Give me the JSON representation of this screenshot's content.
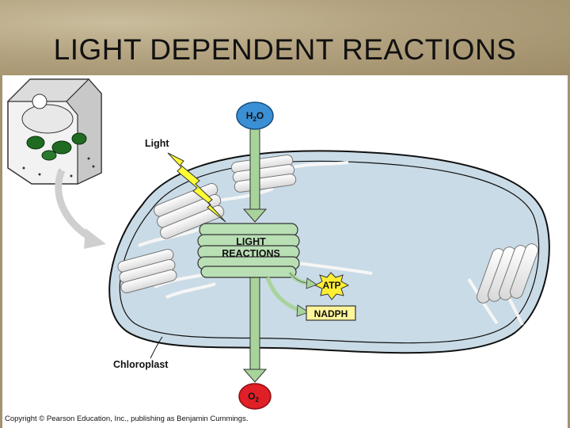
{
  "title": "LIGHT DEPENDENT REACTIONS",
  "labels": {
    "light": "Light",
    "reactions_line1": "LIGHT",
    "reactions_line2": "REACTIONS",
    "h2o_main": "H",
    "h2o_sub": "2",
    "h2o_tail": "O",
    "atp": "ATP",
    "nadph": "NADPH",
    "o2_main": "O",
    "o2_sub": "2",
    "chloroplast": "Chloroplast"
  },
  "copyright": "Copyright © Pearson Education, Inc., publishing as Benjamin Cummings.",
  "colors": {
    "stroma": "#c9dbe6",
    "thylakoid_green": "#b9dfb4",
    "h2o_blue": "#3b8fd4",
    "o2_red": "#e01f26",
    "atp_yellow": "#ffee33",
    "nadph_yellow": "#fff59a",
    "arrow_green": "#a8d49c",
    "lightning": "#ffff33"
  }
}
